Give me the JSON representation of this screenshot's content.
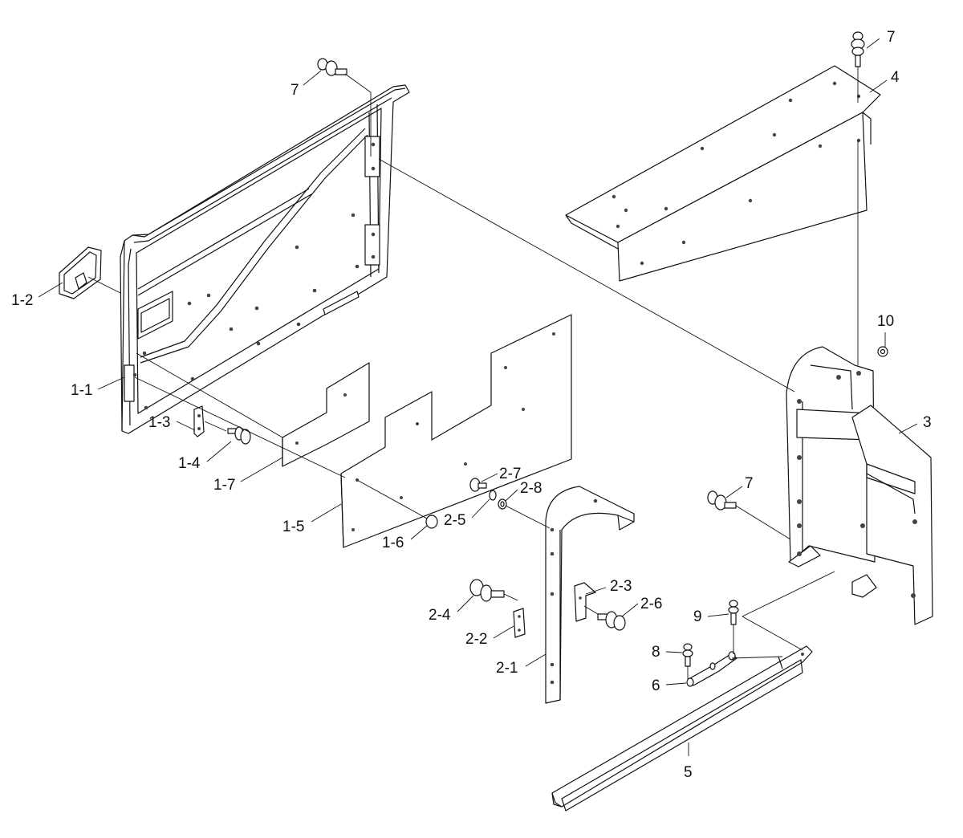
{
  "callouts": {
    "c_1_1": "1-1",
    "c_1_2": "1-2",
    "c_1_3": "1-3",
    "c_1_4": "1-4",
    "c_1_5": "1-5",
    "c_1_6": "1-6",
    "c_1_7": "1-7",
    "c_2_1": "2-1",
    "c_2_2": "2-2",
    "c_2_3": "2-3",
    "c_2_4": "2-4",
    "c_2_5": "2-5",
    "c_2_6": "2-6",
    "c_2_7": "2-7",
    "c_2_8": "2-8",
    "c_3": "3",
    "c_4": "4",
    "c_5": "5",
    "c_6": "6",
    "c_7a": "7",
    "c_7b": "7",
    "c_7c": "7",
    "c_8": "8",
    "c_9": "9",
    "c_10": "10"
  }
}
